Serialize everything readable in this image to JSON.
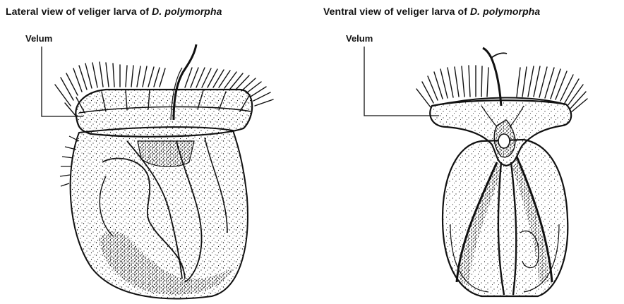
{
  "figures": [
    {
      "title_prefix": "Lateral view of veliger larva of",
      "species": "D. polymorpha",
      "label": "Velum",
      "icon": "veliger-larva-lateral-illustration"
    },
    {
      "title_prefix": "Ventral view of veliger larva of",
      "species": "D. polymorpha",
      "label": "Velum",
      "icon": "veliger-larva-ventral-illustration"
    }
  ],
  "colors": {
    "ink": "#111111",
    "background": "#ffffff"
  }
}
